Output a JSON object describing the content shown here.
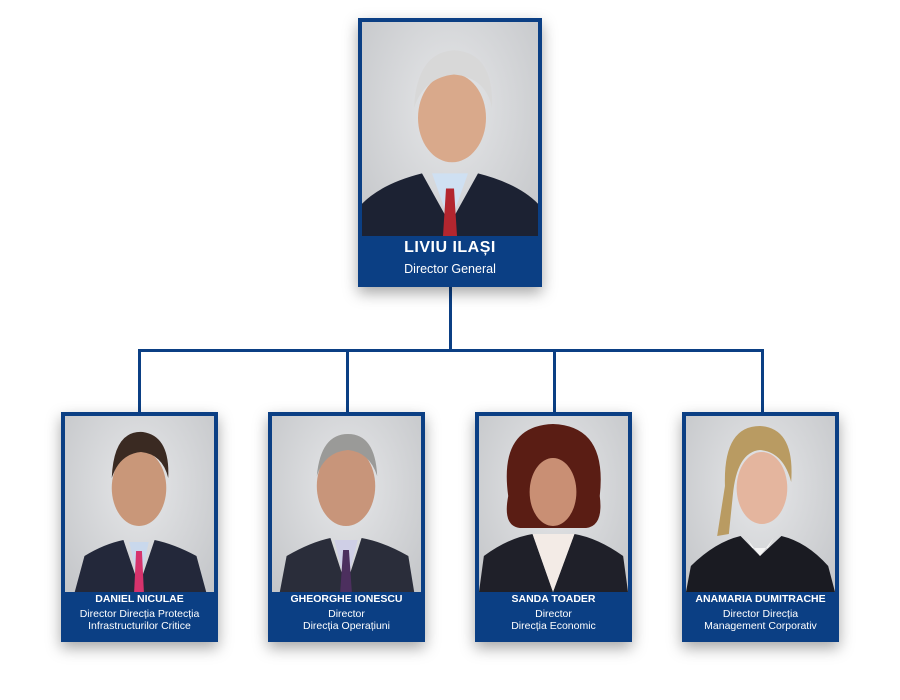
{
  "colors": {
    "brand": "#0b3f84"
  },
  "director": {
    "name": "LIVIU ILAȘI",
    "role": "Director General"
  },
  "reports": [
    {
      "name": "DANIEL NICULAE",
      "role_line1": "Director Direcția Protecția",
      "role_line2": "Infrastructurilor Critice"
    },
    {
      "name": "GHEORGHE IONESCU",
      "role_line1": "Director",
      "role_line2": "Direcția Operațiuni"
    },
    {
      "name": "SANDA TOADER",
      "role_line1": "Director",
      "role_line2": "Direcția Economic"
    },
    {
      "name": "ANAMARIA DUMITRACHE",
      "role_line1": "Director Direcția",
      "role_line2": "Management Corporativ"
    }
  ]
}
